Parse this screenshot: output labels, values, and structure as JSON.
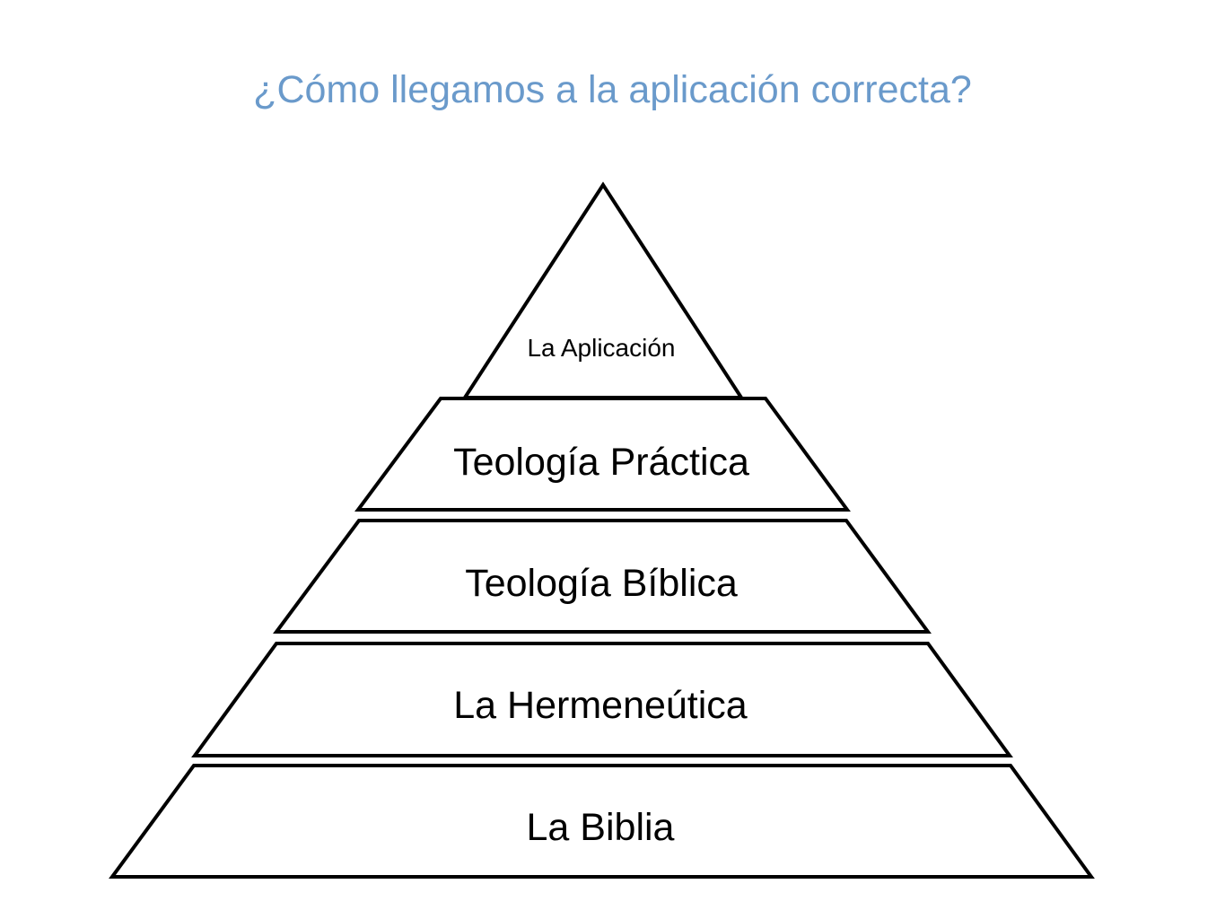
{
  "slide": {
    "title": "¿Cómo llegamos a la aplicación correcta?",
    "title_color": "#6a9acb",
    "line_color": "#000000",
    "fill_color": "#ffffff"
  },
  "pyramid": {
    "levels": [
      {
        "label": "La Aplicación"
      },
      {
        "label": "Teología Práctica"
      },
      {
        "label": "Teología Bíblica"
      },
      {
        "label": "La Hermeneútica"
      },
      {
        "label": "La Biblia"
      }
    ]
  }
}
